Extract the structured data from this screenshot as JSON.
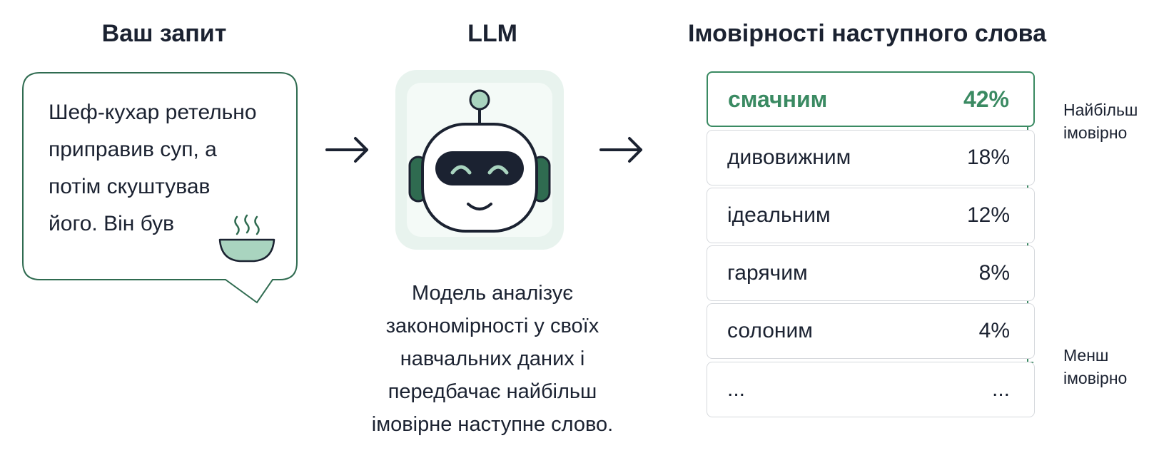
{
  "headings": {
    "prompt": "Ваш запит",
    "llm": "LLM",
    "probabilities": "Імовірності наступного слова"
  },
  "prompt": {
    "lines": [
      "Шеф-кухар ретельно",
      "приправив суп, а",
      "потім скуштував",
      "його. Він був"
    ],
    "icon": "soup-bowl-icon"
  },
  "llm": {
    "icon": "robot-icon",
    "caption_lines": [
      "Модель аналізує",
      "закономірності у своїх",
      "навчальних даних і",
      "передбачає найбільш",
      "імовірне наступне слово."
    ]
  },
  "arrows": [
    "arrow-right-icon",
    "arrow-right-icon"
  ],
  "candidates": [
    {
      "word": "смачним",
      "prob": "42%"
    },
    {
      "word": "дивовижним",
      "prob": "18%"
    },
    {
      "word": "ідеальним",
      "prob": "12%"
    },
    {
      "word": "гарячим",
      "prob": "8%"
    },
    {
      "word": "солоним",
      "prob": "4%"
    },
    {
      "word": "...",
      "prob": "..."
    }
  ],
  "scale": {
    "most_lines": [
      "Найбільш",
      "імовірно"
    ],
    "least_lines": [
      "Менш",
      "імовірно"
    ]
  },
  "colors": {
    "accent_green": "#3a8a62",
    "light_green": "#a9d4bf",
    "robot_dark": "#1b2231",
    "robot_ear": "#2f6b50",
    "text": "#1b2231"
  }
}
